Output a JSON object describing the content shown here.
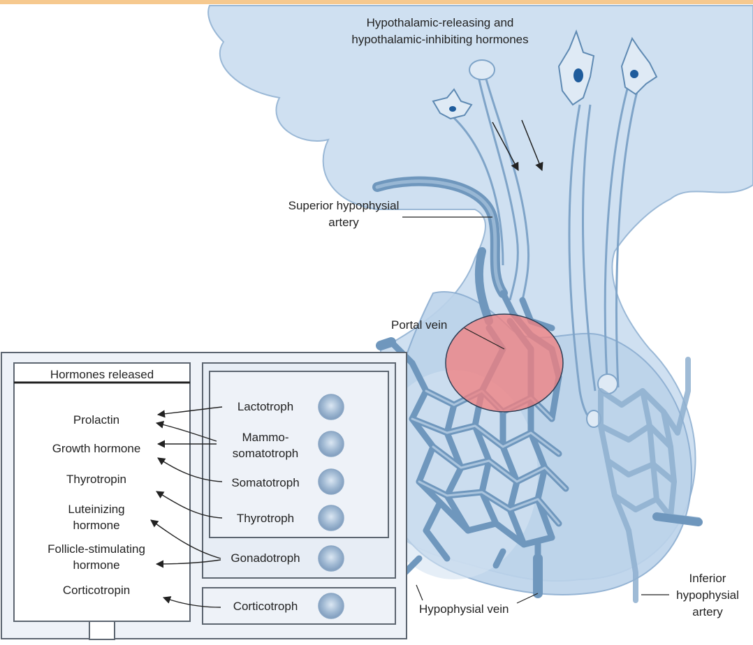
{
  "top_label": [
    "Hypothalamic-releasing and",
    "hypothalamic-inhibiting hormones"
  ],
  "labels": {
    "superior_artery": [
      "Superior hypophysial",
      "artery"
    ],
    "portal_vein": "Portal vein",
    "hypophysial_vein": "Hypophysial vein",
    "inferior_artery": [
      "Inferior",
      "hypophysial",
      "artery"
    ]
  },
  "panel": {
    "header": "Hormones released",
    "hormones": [
      [
        "Prolactin"
      ],
      [
        "Growth hormone"
      ],
      [
        "Thyrotropin"
      ],
      [
        "Luteinizing",
        "hormone"
      ],
      [
        "Follicle-stimulating",
        "hormone"
      ],
      [
        "Corticotropin"
      ]
    ],
    "cells": [
      [
        "Lactotroph"
      ],
      [
        "Mammo-",
        "somatotroph"
      ],
      [
        "Somatotroph"
      ],
      [
        "Thyrotroph"
      ],
      [
        "Gonadotroph"
      ],
      [
        "Corticotroph"
      ]
    ]
  },
  "colors": {
    "tissue": "#cfe0f1",
    "vessel": "#6f97bd",
    "vessel_light": "#a9c4de",
    "highlight": "#f08080",
    "panel_border": "#5c6570"
  }
}
